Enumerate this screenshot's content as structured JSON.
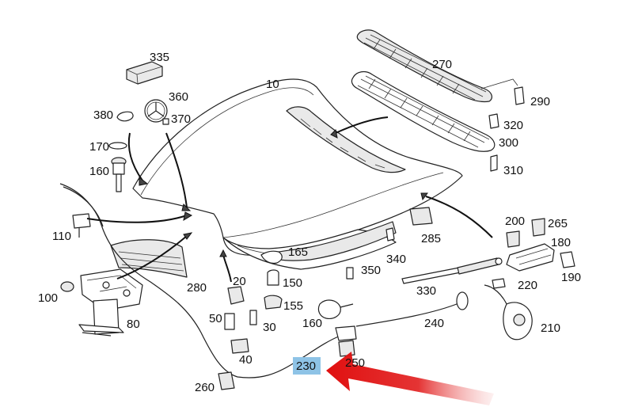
{
  "diagram": {
    "part_labels": [
      {
        "id": "10",
        "text": "10"
      },
      {
        "id": "20",
        "text": "20"
      },
      {
        "id": "30",
        "text": "30"
      },
      {
        "id": "40",
        "text": "40"
      },
      {
        "id": "50",
        "text": "50"
      },
      {
        "id": "80",
        "text": "80"
      },
      {
        "id": "100",
        "text": "100"
      },
      {
        "id": "110",
        "text": "110"
      },
      {
        "id": "150",
        "text": "150"
      },
      {
        "id": "155",
        "text": "155"
      },
      {
        "id": "160a",
        "text": "160"
      },
      {
        "id": "160b",
        "text": "160"
      },
      {
        "id": "165",
        "text": "165"
      },
      {
        "id": "170",
        "text": "170"
      },
      {
        "id": "180",
        "text": "180"
      },
      {
        "id": "190",
        "text": "190"
      },
      {
        "id": "200",
        "text": "200"
      },
      {
        "id": "210",
        "text": "210"
      },
      {
        "id": "220",
        "text": "220"
      },
      {
        "id": "230",
        "text": "230"
      },
      {
        "id": "240",
        "text": "240"
      },
      {
        "id": "250",
        "text": "250"
      },
      {
        "id": "260",
        "text": "260"
      },
      {
        "id": "265",
        "text": "265"
      },
      {
        "id": "270",
        "text": "270"
      },
      {
        "id": "280",
        "text": "280"
      },
      {
        "id": "285",
        "text": "285"
      },
      {
        "id": "290",
        "text": "290"
      },
      {
        "id": "300",
        "text": "300"
      },
      {
        "id": "310",
        "text": "310"
      },
      {
        "id": "320",
        "text": "320"
      },
      {
        "id": "330",
        "text": "330"
      },
      {
        "id": "335",
        "text": "335"
      },
      {
        "id": "340",
        "text": "340"
      },
      {
        "id": "350",
        "text": "350"
      },
      {
        "id": "360",
        "text": "360"
      },
      {
        "id": "370",
        "text": "370"
      },
      {
        "id": "380",
        "text": "380"
      }
    ],
    "highlight": {
      "label_id": "230",
      "highlight_color": "#8ec3e6",
      "arrow_color": "#e01010"
    }
  }
}
